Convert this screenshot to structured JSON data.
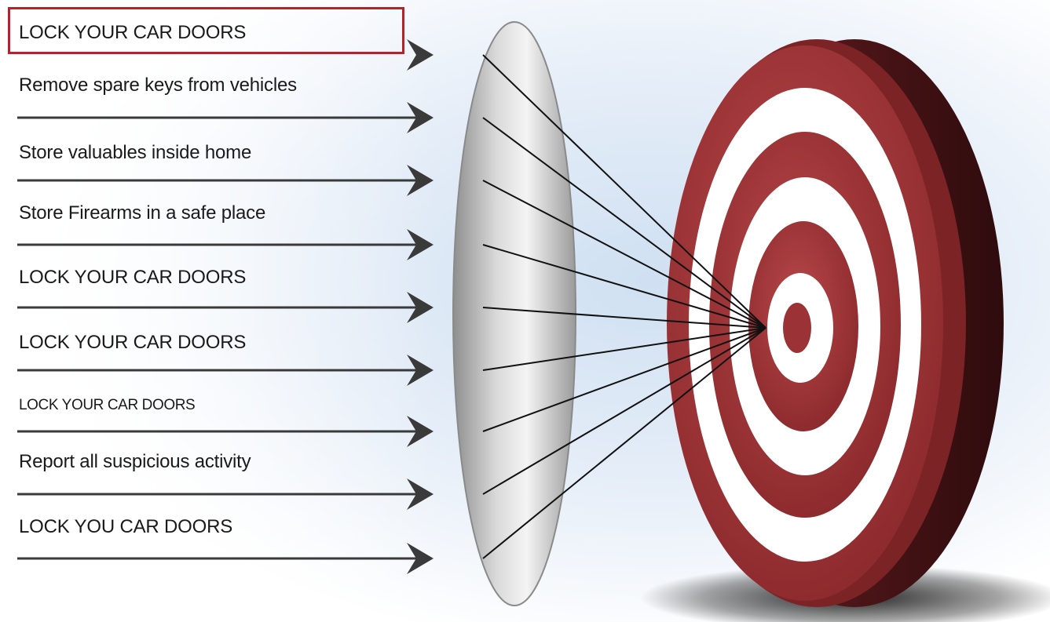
{
  "items": [
    {
      "label": "LOCK YOUR CAR DOORS",
      "highlighted": true
    },
    {
      "label": "Remove spare keys from vehicles"
    },
    {
      "label": "Store valuables inside home"
    },
    {
      "label": "Store Firearms in a safe place"
    },
    {
      "label": "LOCK YOUR CAR DOORS"
    },
    {
      "label": "LOCK YOUR CAR DOORS"
    },
    {
      "label": "LOCK YOUR CAR DOORS",
      "small": true
    },
    {
      "label": "Report all suspicious activity"
    },
    {
      "label": "LOCK YOU CAR DOORS"
    }
  ],
  "colors": {
    "highlight_border": "#b5232a",
    "target_red": "#a8383a",
    "target_white": "#ffffff",
    "arrow": "#3a3a3a",
    "lens": "#c9c9c9"
  },
  "icons": {
    "arrow": "arrow-right-icon",
    "lens": "lens-shape",
    "target": "bullseye-target-icon"
  }
}
